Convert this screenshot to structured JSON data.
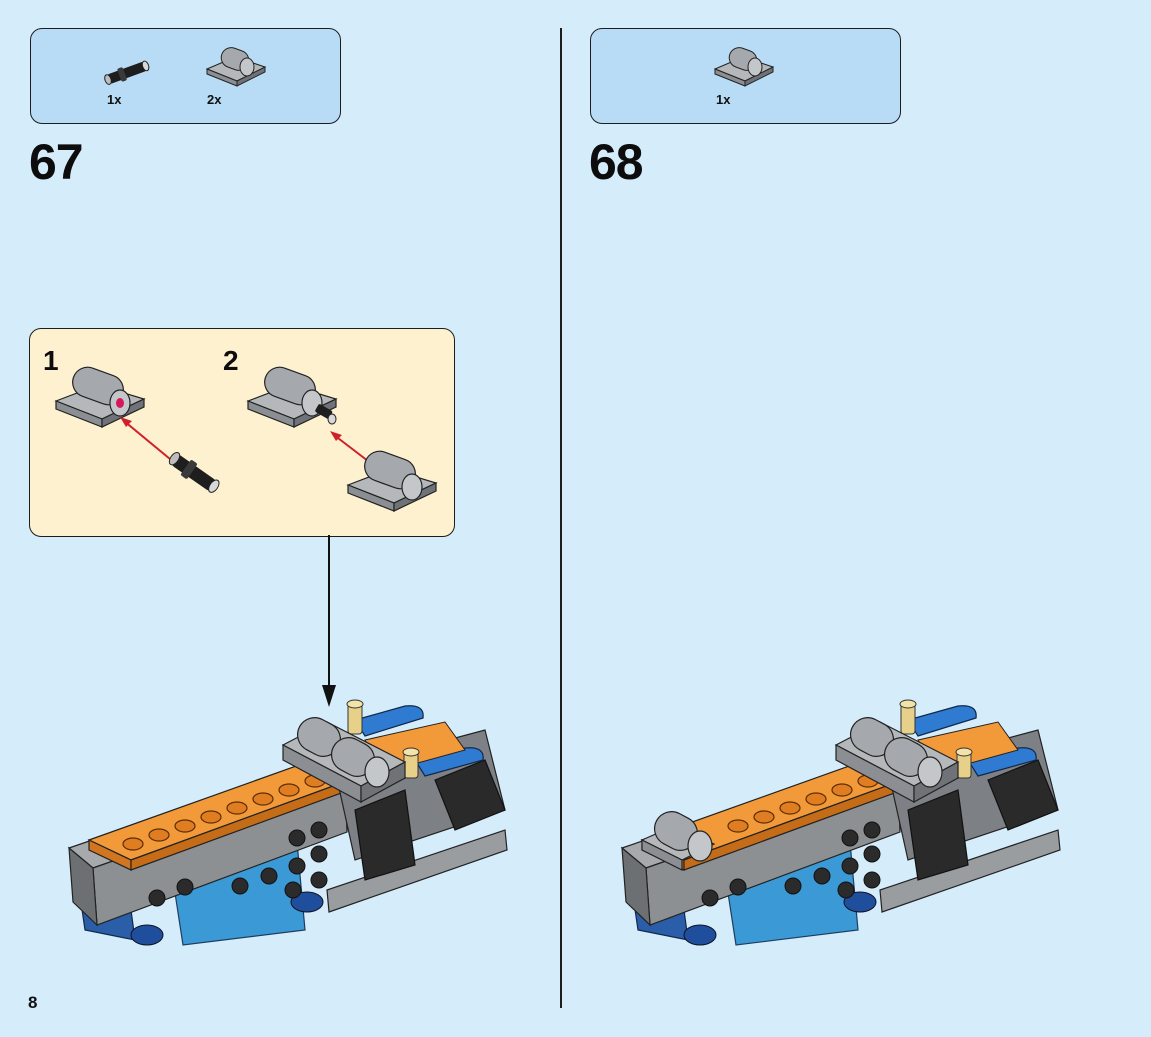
{
  "steps": [
    {
      "number": "67",
      "parts": [
        {
          "qty": "1x",
          "part": "black-pin-connector"
        },
        {
          "qty": "2x",
          "part": "gray-tile-with-cylinder"
        }
      ]
    },
    {
      "number": "68",
      "parts": [
        {
          "qty": "1x",
          "part": "gray-tile-with-cylinder"
        }
      ]
    }
  ],
  "substeps": [
    {
      "number": "1"
    },
    {
      "number": "2"
    }
  ],
  "page": {
    "number": "8"
  },
  "colors": {
    "background": "#d5ecfb",
    "parts_box": "#b8dcf6",
    "callout": "#fdf1d0",
    "orange": "#f0882a",
    "gray": "#9a9ea2",
    "blue": "#2f7bd2",
    "arrow_red": "#d0202a"
  }
}
